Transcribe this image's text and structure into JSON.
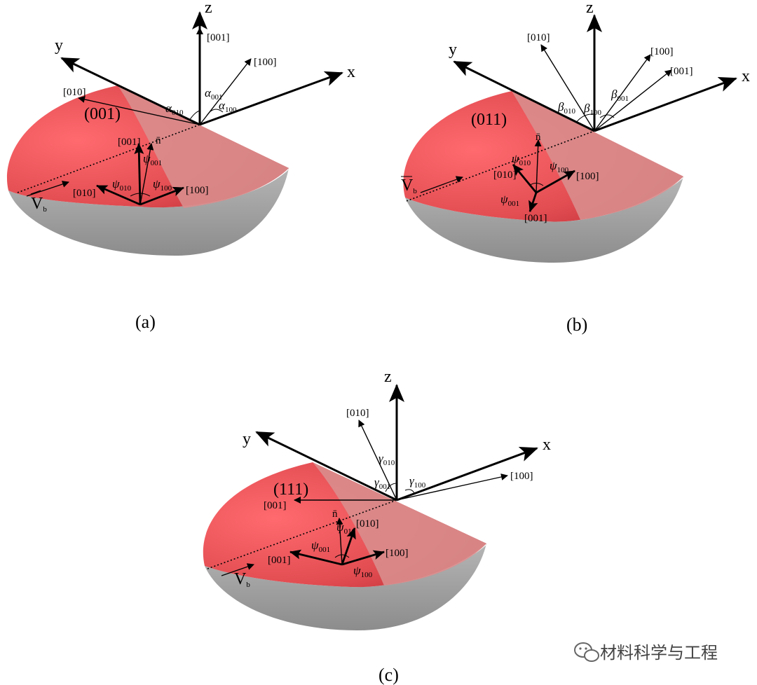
{
  "panels": [
    {
      "id": "a",
      "caption": "(a)",
      "plane": "(001)",
      "axes": {
        "x": "x",
        "y": "y",
        "z": "z"
      },
      "crystal_dirs": [
        "[001]",
        "[100]",
        "[010]"
      ],
      "surface_dirs": [
        "[001]",
        "[010]",
        "[100]"
      ],
      "normal": "n̄",
      "velocity": "V",
      "velocity_sub": "b",
      "angles": [
        {
          "sym": "α",
          "sub": "010"
        },
        {
          "sym": "α",
          "sub": "001"
        },
        {
          "sym": "α",
          "sub": "100"
        },
        {
          "sym": "ψ",
          "sub": "001"
        },
        {
          "sym": "ψ",
          "sub": "010"
        },
        {
          "sym": "ψ",
          "sub": "100"
        }
      ]
    },
    {
      "id": "b",
      "caption": "(b)",
      "plane": "(011)",
      "axes": {
        "x": "x",
        "y": "y",
        "z": "z"
      },
      "crystal_dirs": [
        "[010]",
        "[100]",
        "[001]"
      ],
      "surface_dirs": [
        "[010]",
        "[100]",
        "[001]"
      ],
      "normal": "n̄",
      "velocity": "V",
      "velocity_sub": "b",
      "angles": [
        {
          "sym": "β",
          "sub": "010"
        },
        {
          "sym": "β",
          "sub": "100"
        },
        {
          "sym": "β",
          "sub": "001"
        },
        {
          "sym": "ψ",
          "sub": "010"
        },
        {
          "sym": "ψ",
          "sub": "100"
        },
        {
          "sym": "ψ",
          "sub": "001"
        }
      ]
    },
    {
      "id": "c",
      "caption": "(c)",
      "plane": "(111)",
      "axes": {
        "x": "x",
        "y": "y",
        "z": "z"
      },
      "crystal_dirs": [
        "[010]",
        "[100]",
        "[001]"
      ],
      "surface_dirs": [
        "[010]",
        "[001]",
        "[100]"
      ],
      "normal": "n̄",
      "velocity": "V",
      "velocity_sub": "b",
      "angles": [
        {
          "sym": "γ",
          "sub": "010"
        },
        {
          "sym": "γ",
          "sub": "001"
        },
        {
          "sym": "γ",
          "sub": "100"
        },
        {
          "sym": "ψ",
          "sub": "010"
        },
        {
          "sym": "ψ",
          "sub": "001"
        },
        {
          "sym": "ψ",
          "sub": "100"
        }
      ]
    }
  ],
  "watermark": "材料科学与工程",
  "watermark_icon": "wechat-icon",
  "colors": {
    "melt_pool": "#e8474c",
    "melt_pool_light": "#d68a8a",
    "solid_side": "#9a9a9a",
    "arrow": "#000000"
  }
}
